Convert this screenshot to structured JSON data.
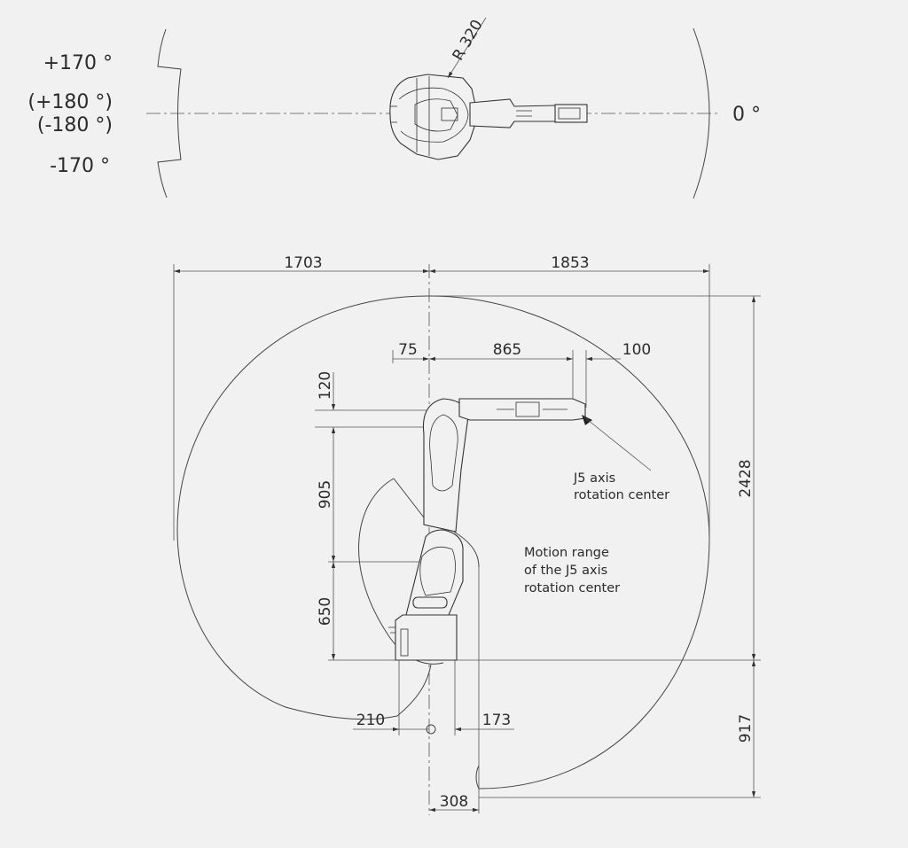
{
  "top_view": {
    "angles": {
      "plus_170": "+170 °",
      "plus_180": "(+180 °)",
      "minus_180": "(-180 °)",
      "minus_170": "-170 °",
      "zero": "0 °"
    },
    "radius_label": "R 320"
  },
  "side_view": {
    "dimensions": {
      "left_reach": "1703",
      "right_reach": "1853",
      "offset_75": "75",
      "arm_865": "865",
      "wrist_100": "100",
      "height_120": "120",
      "height_905": "905",
      "height_650": "650",
      "total_height": "2428",
      "below_base": "917",
      "base_left": "210",
      "base_right": "173",
      "bottom_308": "308"
    },
    "notes": {
      "j5_line1": "J5 axis",
      "j5_line2": "rotation center",
      "motion_line1": "Motion range",
      "motion_line2": "of the J5 axis",
      "motion_line3": "rotation center"
    }
  }
}
